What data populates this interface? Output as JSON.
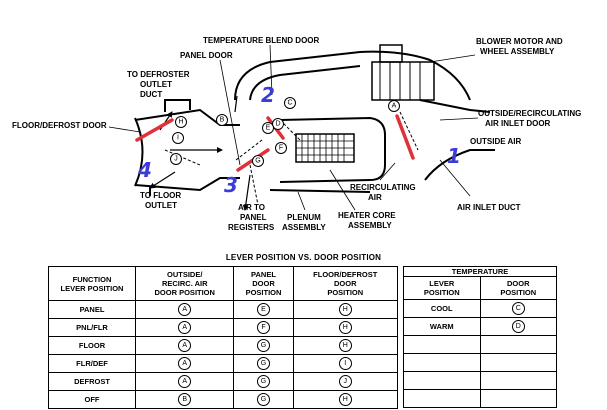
{
  "diagram": {
    "labels": {
      "temperature_blend_door": "TEMPERATURE BLEND DOOR",
      "blower_motor_line1": "BLOWER MOTOR AND",
      "blower_motor_line2": "WHEEL ASSEMBLY",
      "panel_door": "PANEL DOOR",
      "to_defroster_line1": "TO DEFROSTER",
      "to_defroster_line2": "OUTLET",
      "to_defroster_line3": "DUCT",
      "floor_defrost_door": "FLOOR/DEFROST DOOR",
      "outside_recirc_line1": "OUTSIDE/RECIRCULATING",
      "outside_recirc_line2": "AIR INLET DOOR",
      "outside_air": "OUTSIDE AIR",
      "to_floor_line1": "TO FLOOR",
      "to_floor_line2": "OUTLET",
      "air_to_panel_line1": "AIR TO",
      "air_to_panel_line2": "PANEL",
      "air_to_panel_line3": "REGISTERS",
      "plenum_line1": "PLENUM",
      "plenum_line2": "ASSEMBLY",
      "recirc_line1": "RECIRCULATING",
      "recirc_line2": "AIR",
      "heater_core_line1": "HEATER CORE",
      "heater_core_line2": "ASSEMBLY",
      "air_inlet_duct": "AIR INLET DUCT"
    },
    "markers": {
      "n1": "1",
      "n2": "2",
      "n3": "3",
      "n4": "4"
    },
    "door_letters": {
      "A": "A",
      "B": "B",
      "C": "C",
      "D": "D",
      "E": "E",
      "F": "F",
      "G": "G",
      "H": "H",
      "I": "I",
      "J": "J"
    },
    "highlight_color": "#e0303a",
    "marker_color": "#3b3bd6"
  },
  "table_title": "LEVER POSITION VS. DOOR POSITION",
  "lever_table": {
    "headers": {
      "function": "FUNCTION\nLEVER POSITION",
      "outside": "OUTSIDE/\nRECIRC. AIR\nDOOR POSITION",
      "panel": "PANEL\nDOOR\nPOSITION",
      "floor": "FLOOR/DEFROST\nDOOR\nPOSITION"
    },
    "rows": [
      {
        "function": "PANEL",
        "outside": "A",
        "panel": "E",
        "floor": "H"
      },
      {
        "function": "PNL/FLR",
        "outside": "A",
        "panel": "F",
        "floor": "H"
      },
      {
        "function": "FLOOR",
        "outside": "A",
        "panel": "G",
        "floor": "H"
      },
      {
        "function": "FLR/DEF",
        "outside": "A",
        "panel": "G",
        "floor": "I"
      },
      {
        "function": "DEFROST",
        "outside": "A",
        "panel": "G",
        "floor": "J"
      },
      {
        "function": "OFF",
        "outside": "B",
        "panel": "G",
        "floor": "H"
      }
    ]
  },
  "temp_table": {
    "title": "TEMPERATURE",
    "headers": {
      "lever": "LEVER\nPOSITION",
      "door": "DOOR\nPOSITION"
    },
    "rows": [
      {
        "lever": "COOL",
        "door": "C"
      },
      {
        "lever": "WARM",
        "door": "D"
      },
      {
        "lever": "",
        "door": ""
      },
      {
        "lever": "",
        "door": ""
      },
      {
        "lever": "",
        "door": ""
      },
      {
        "lever": "",
        "door": ""
      }
    ]
  }
}
